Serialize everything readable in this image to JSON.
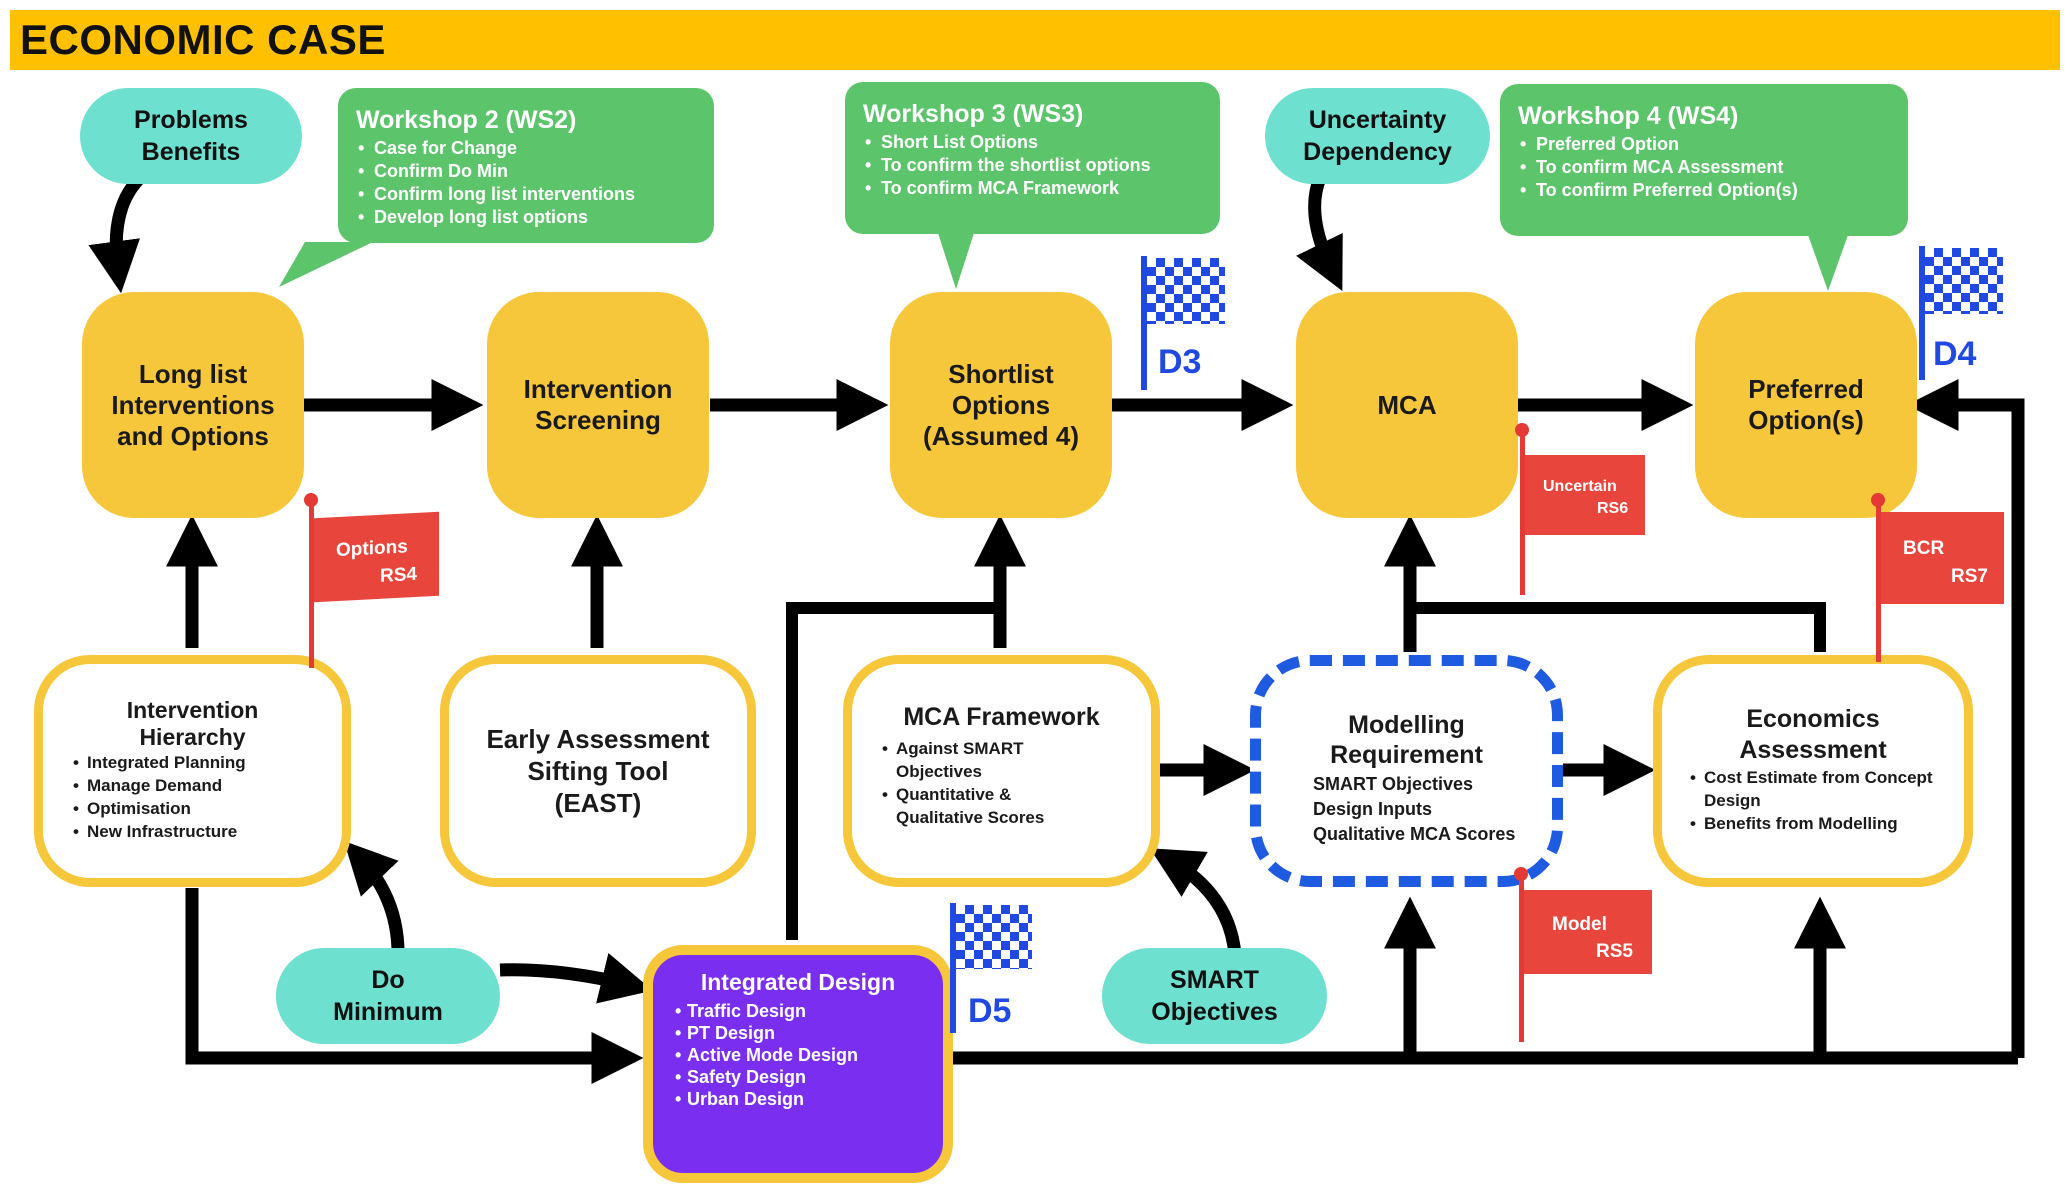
{
  "title": "ECONOMIC CASE",
  "colors": {
    "banner": "#FFC000",
    "process_box": "#F6C63B",
    "input_pill": "#6EE0CF",
    "workshop_bubble": "#5CC46A",
    "risk_flag": "#E8453C",
    "decision_flag": "#1F49E0",
    "integrated_design": "#7A2FF0",
    "arrow": "#000000"
  },
  "inputs": {
    "problems": [
      "Problems",
      "Benefits"
    ],
    "uncertainty": [
      "Uncertainty",
      "Dependency"
    ],
    "do_minimum": [
      "Do",
      "Minimum"
    ],
    "smart": [
      "SMART",
      "Objectives"
    ]
  },
  "workshops": {
    "ws2": {
      "title": "Workshop 2 (WS2)",
      "items": [
        "Case for Change",
        "Confirm Do Min",
        "Confirm long list interventions",
        "Develop long list options"
      ]
    },
    "ws3": {
      "title": "Workshop 3 (WS3)",
      "items": [
        "Short List Options",
        "To confirm the shortlist options",
        "To confirm MCA Framework"
      ]
    },
    "ws4": {
      "title": "Workshop 4 (WS4)",
      "items": [
        "Preferred Option",
        "To confirm MCA Assessment",
        "To confirm Preferred Option(s)"
      ]
    }
  },
  "stages": {
    "longlist": [
      "Long list",
      "Interventions",
      "and Options"
    ],
    "screening": [
      "Intervention",
      "Screening"
    ],
    "shortlist": [
      "Shortlist",
      "Options",
      "(Assumed 4)"
    ],
    "mca": [
      "MCA"
    ],
    "preferred": [
      "Preferred",
      "Option(s)"
    ]
  },
  "supports": {
    "hierarchy": {
      "title": [
        "Intervention",
        "Hierarchy"
      ],
      "items": [
        "Integrated Planning",
        "Manage Demand",
        "Optimisation",
        "New Infrastructure"
      ]
    },
    "east": {
      "title": [
        "Early Assessment",
        "Sifting Tool",
        "(EAST)"
      ]
    },
    "mca_framework": {
      "title": "MCA Framework",
      "items": [
        "Against SMART Objectives",
        "Quantitative & Qualitative  Scores"
      ]
    },
    "modelling": {
      "title": [
        "Modelling",
        "Requirement"
      ],
      "items": [
        "SMART Objectives",
        "Design Inputs",
        "Qualitative MCA Scores"
      ]
    },
    "economics": {
      "title": [
        "Economics",
        "Assessment"
      ],
      "items": [
        "Cost Estimate from Concept Design",
        "Benefits from Modelling"
      ]
    }
  },
  "integrated_design": {
    "title": "Integrated Design",
    "items": [
      "Traffic Design",
      "PT Design",
      "Active Mode Design",
      "Safety Design",
      "Urban Design"
    ]
  },
  "risk_flags": {
    "rs4": [
      "Options",
      "RS4"
    ],
    "rs6": [
      "Uncertain",
      "RS6"
    ],
    "rs7": [
      "BCR",
      "RS7"
    ],
    "rs5": [
      "Model",
      "RS5"
    ]
  },
  "decision_flags": {
    "d3": "D3",
    "d4": "D4",
    "d5": "D5"
  }
}
